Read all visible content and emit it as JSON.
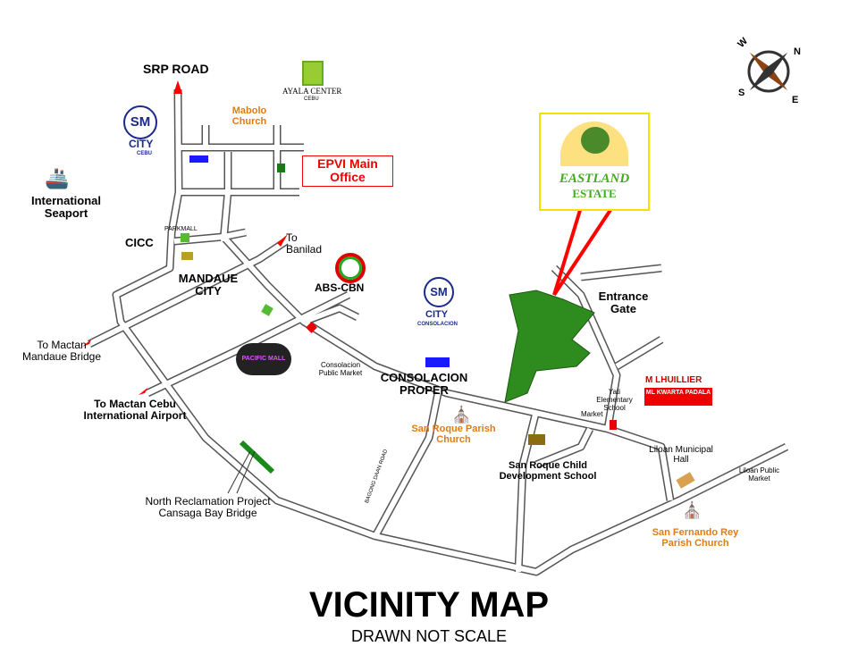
{
  "title": "VICINITY MAP",
  "subtitle": "DRAWN NOT SCALE",
  "labels": {
    "srp_road": "SRP ROAD",
    "ayala": "AYALA CENTER",
    "ayala_sub": "CEBU",
    "mabolo": "Mabolo Church",
    "sm_city": "CITY",
    "sm_cebu": "CEBU",
    "sm_logo": "SM",
    "epvi": "EPVI Main Office",
    "seaport": "International Seaport",
    "parkmall": "PARKMALL",
    "cicc": "CICC",
    "to_banilad": "To Banilad",
    "mandaue": "MANDAUE CITY",
    "abs_cbn": "ABS-CBN",
    "to_mactan_bridge": "To Mactan Mandaue Bridge",
    "pacific_mall": "PACIFIC MALL",
    "to_airport": "To Mactan Cebu International Airport",
    "north_reclamation": "North Reclamation Project Cansaga Bay Bridge",
    "sm_consolacion": "CONSOLACION",
    "consolacion_market": "Consolacion Public Market",
    "consolacion_proper": "CONSOLACION PROPER",
    "san_roque_church": "San Roque Parish Church",
    "bagong_daan": "BAGONG DAAN ROAD",
    "san_roque_school": "San Roque Child Development School",
    "entrance_gate": "Entrance Gate",
    "eastland": "EASTLAND",
    "estate": "ESTATE",
    "yati": "Yati Elementary School",
    "market": "Market",
    "mlhuillier": "M LHUILLIER",
    "ml_kwarta": "ML KWARTA PADALA",
    "liloan_hall": "Liloan Municipal Hall",
    "liloan_market": "Liloan Public Market",
    "san_fernando": "San Fernando Rey Parish Church",
    "compass": [
      "W",
      "S",
      "N",
      "E"
    ]
  },
  "colors": {
    "road": "#555555",
    "estate": "#2e8b1e",
    "pointer": "#ff0000",
    "sm": "#1a1aff",
    "orange": "#e07b14"
  }
}
